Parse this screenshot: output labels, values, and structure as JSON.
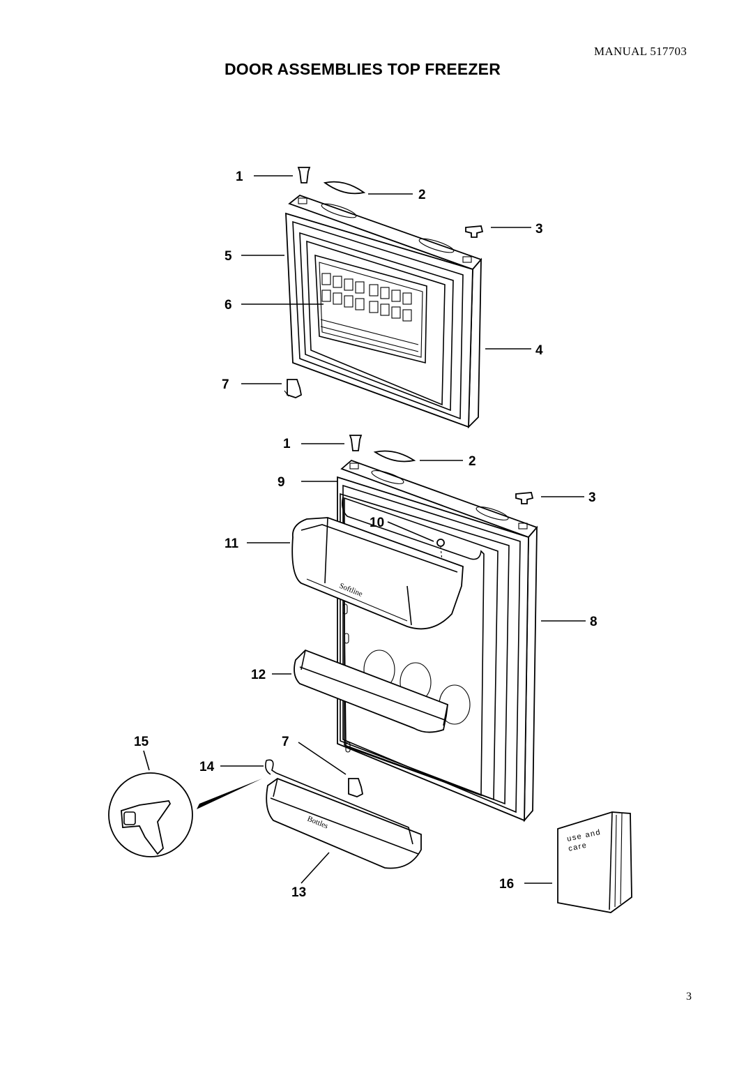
{
  "header": {
    "manual_ref": "MANUAL 517703",
    "title": "DOOR ASSEMBLIES TOP FREEZER"
  },
  "callouts": {
    "c1a": "1",
    "c2a": "2",
    "c3a": "3",
    "c4": "4",
    "c5": "5",
    "c6": "6",
    "c7a": "7",
    "c1b": "1",
    "c2b": "2",
    "c3b": "3",
    "c8": "8",
    "c9": "9",
    "c10": "10",
    "c11": "11",
    "c12": "12",
    "c7b": "7",
    "c13": "13",
    "c14": "14",
    "c15": "15",
    "c16": "16"
  },
  "embossed": {
    "softline": "Softline",
    "bottles": "Bottles",
    "booklet_line1": "use and",
    "booklet_line2": "care"
  },
  "footer": {
    "page_number": "3"
  }
}
